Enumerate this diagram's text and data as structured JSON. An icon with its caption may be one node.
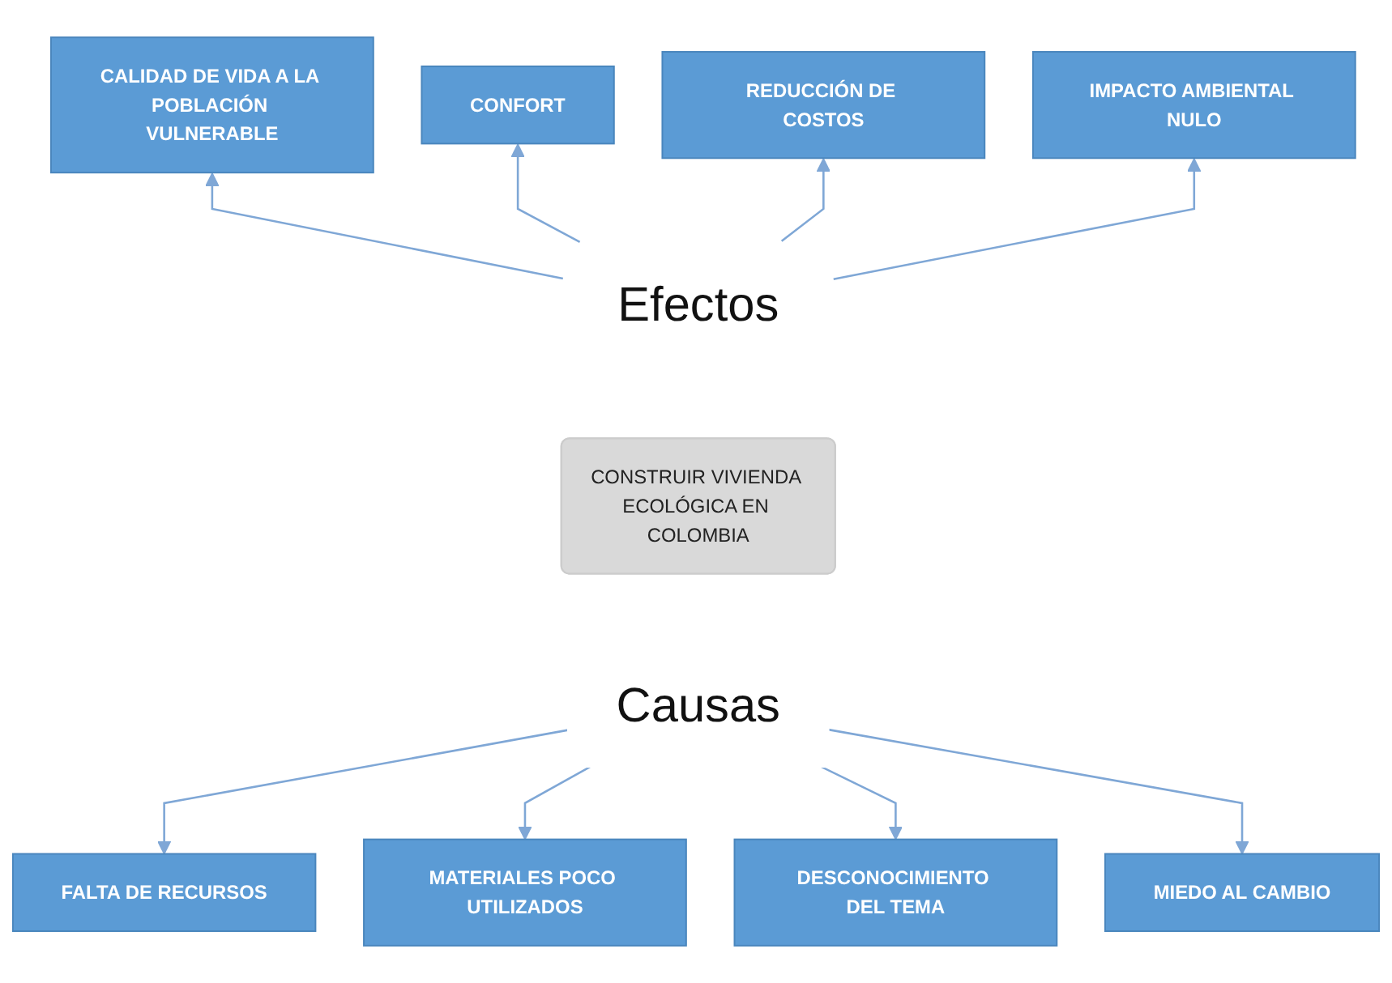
{
  "diagram": {
    "nodes": [
      {
        "text": [
          "CALIDAD DE VIDA A LA POBLACIÓN VULNERABLE"
        ]
      },
      {
        "text": [
          "CONFORT"
        ]
      },
      {
        "text": [
          "REDUCCIÓN DE COSTOS"
        ]
      },
      {
        "text": [
          "IMPACTO AMBIENTAL NULO"
        ]
      },
      {
        "text": [
          "Efectos"
        ]
      },
      {
        "text": [
          "CONSTRUIR VIVIENDA ECOLÓGICA EN COLOMBIA"
        ]
      },
      {
        "text": [
          "Causas"
        ]
      },
      {
        "text": [
          "FALTA DE RECURSOS"
        ]
      },
      {
        "text": [
          "MATERIALES POCO UTILIZADOS"
        ]
      },
      {
        "text": [
          "DESCONOCIMIENTO DEL TEMA"
        ]
      },
      {
        "text": [
          "MIEDO AL CAMBIO"
        ]
      }
    ],
    "edges": [
      {
        "from": 4,
        "to": 0,
        "arrow": "to"
      },
      {
        "from": 4,
        "to": 1,
        "arrow": "to"
      },
      {
        "from": 4,
        "to": 2,
        "arrow": "to"
      },
      {
        "from": 4,
        "to": 3,
        "arrow": "to"
      },
      {
        "from": 6,
        "to": 7,
        "arrow": "to"
      },
      {
        "from": 6,
        "to": 8,
        "arrow": "to"
      },
      {
        "from": 6,
        "to": 9,
        "arrow": "to"
      },
      {
        "from": 6,
        "to": 10,
        "arrow": "to"
      }
    ]
  }
}
